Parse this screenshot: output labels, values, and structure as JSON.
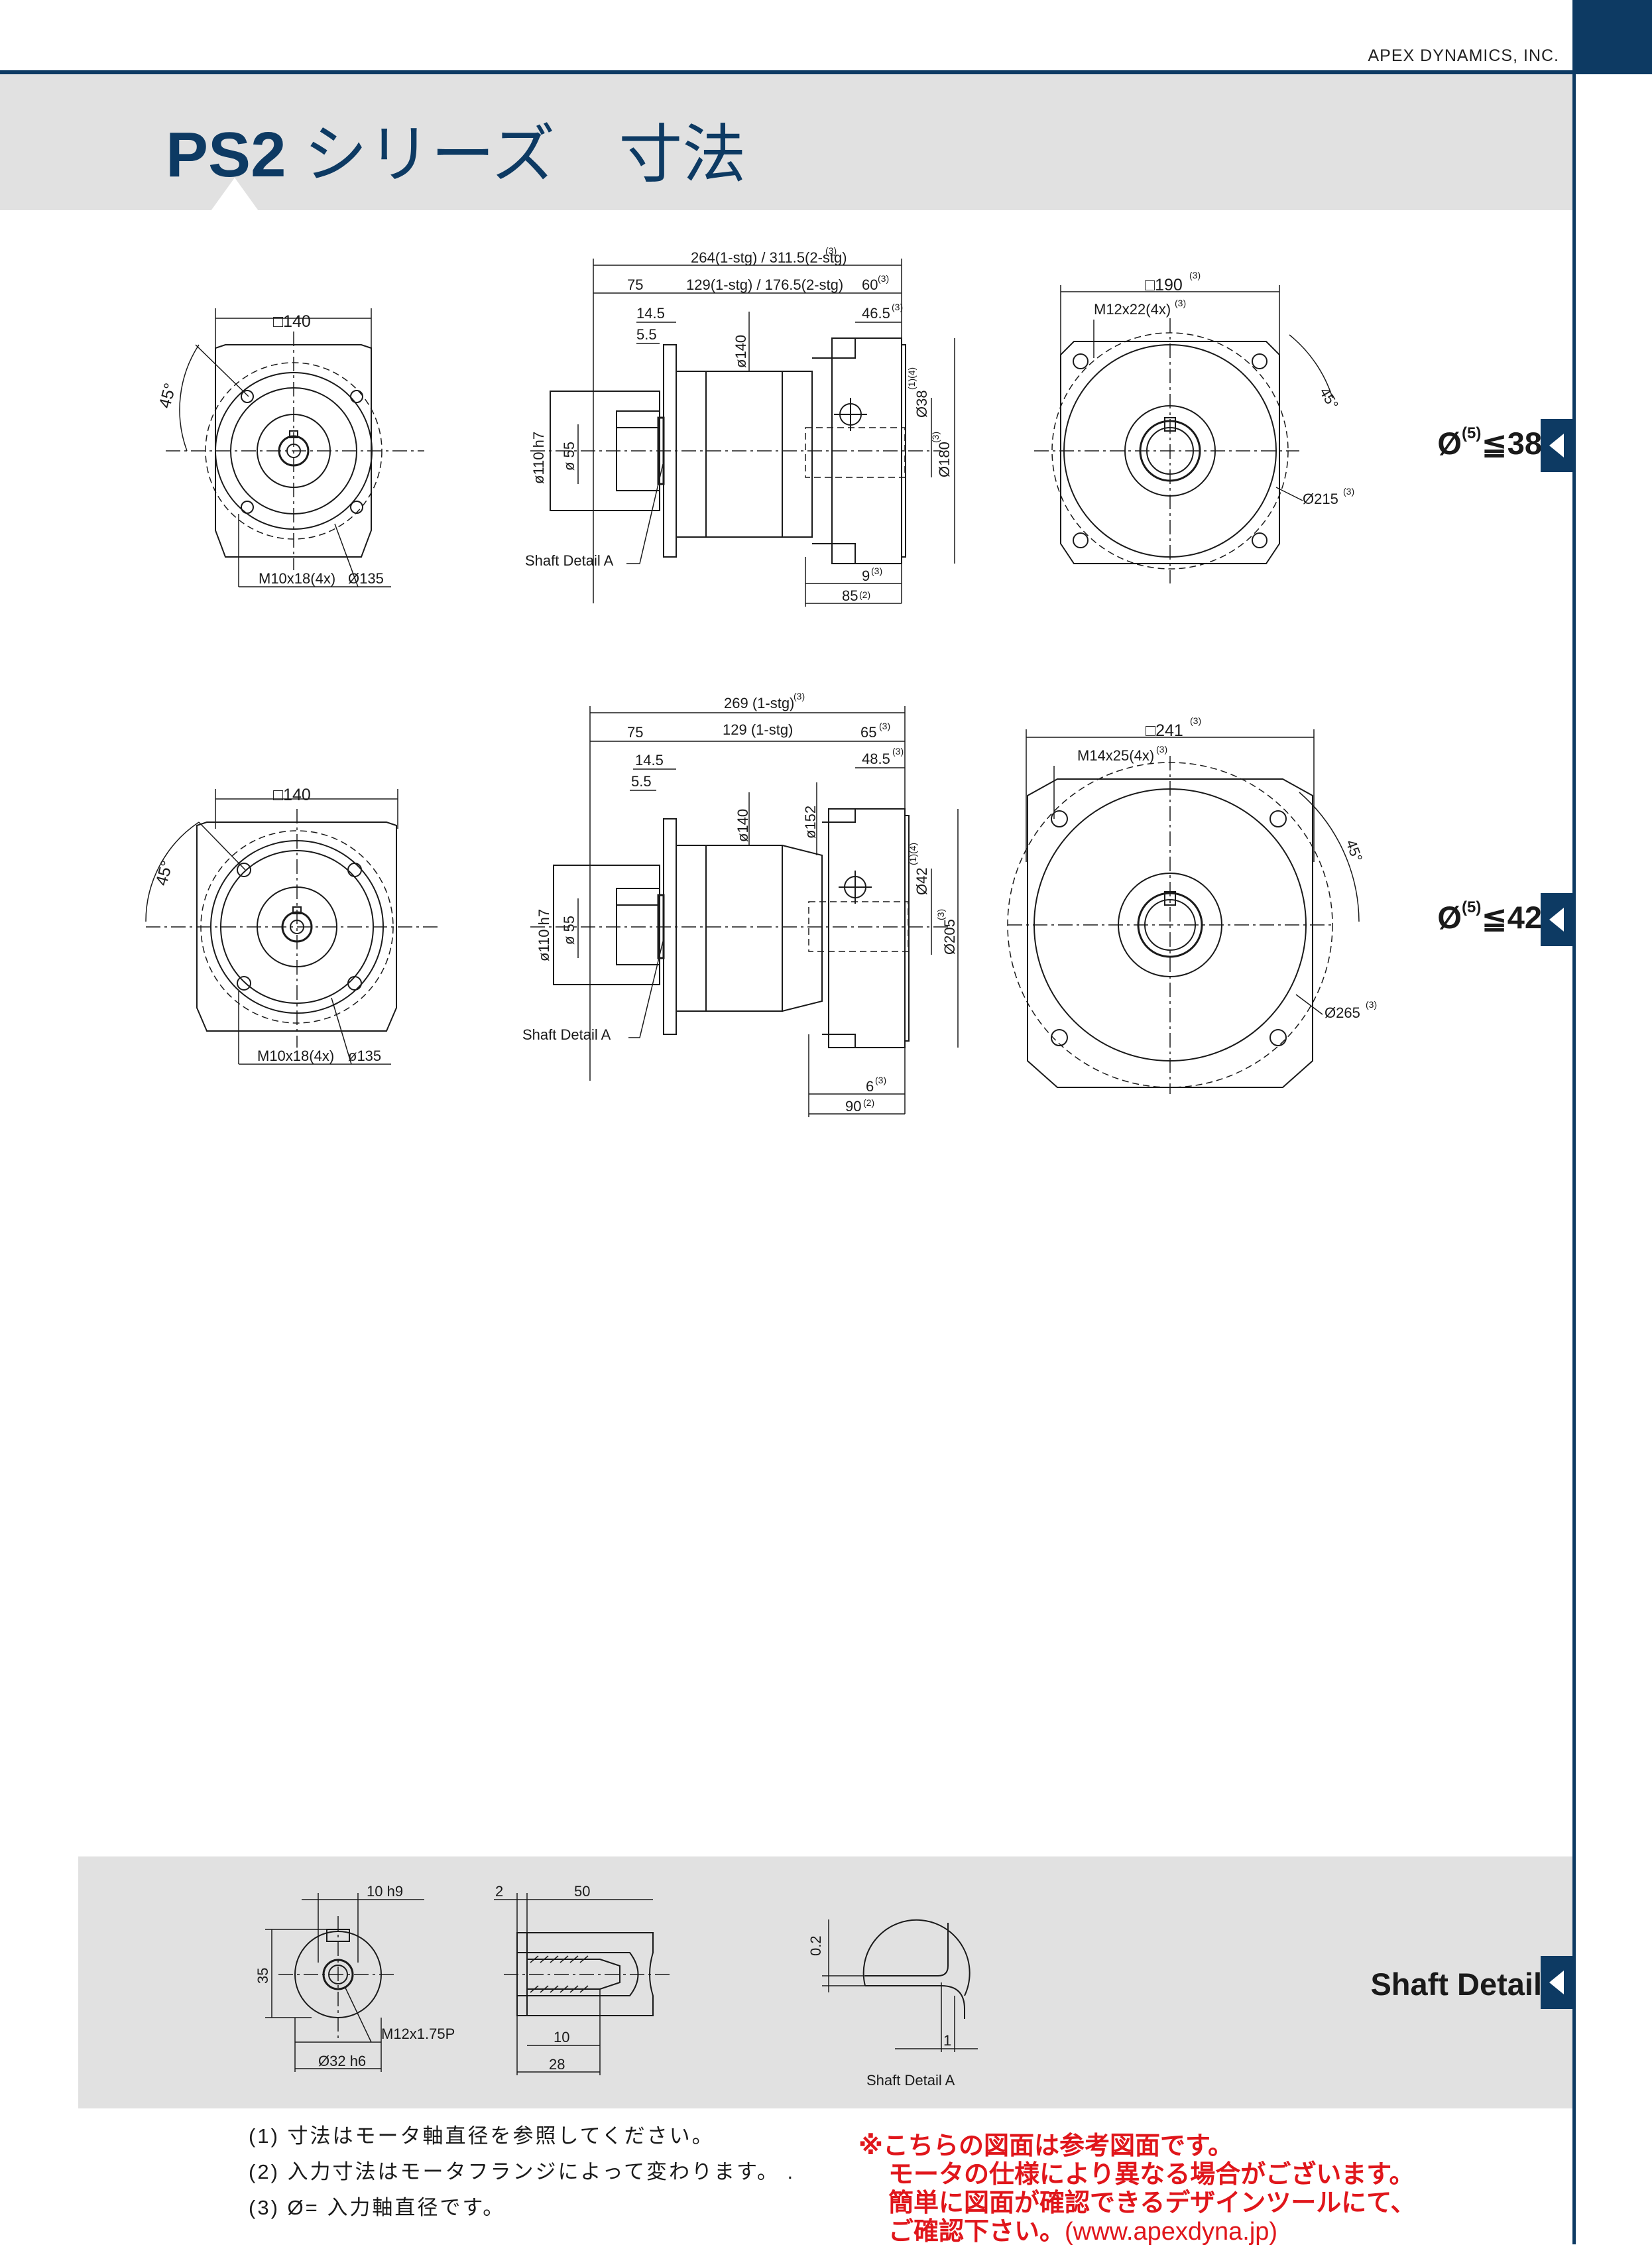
{
  "header": {
    "company": "APEX DYNAMICS, INC.",
    "title_series": "PS2",
    "title_rest": " シリーズ　寸法"
  },
  "side_tabs": {
    "tab1": {
      "prefix": "Ø",
      "sup": "(5)",
      "suffix": "≦38"
    },
    "tab2": {
      "prefix": "Ø",
      "sup": "(5)",
      "suffix": "≦42"
    },
    "tab3": {
      "label": "Shaft Detail"
    }
  },
  "drawing_row1": {
    "front": {
      "square": "□140",
      "angle": "45°",
      "bolt": "M10x18(4x)",
      "pcd": "Ø135"
    },
    "side": {
      "overall": "264(1-stg) / 311.5(2-stg)",
      "overall_note": "(3)",
      "d75": "75",
      "body": "129(1-stg) / 176.5(2-stg)",
      "d60": "60",
      "d60_note": "(3)",
      "d14_5": "14.5",
      "d5_5": "5.5",
      "d46_5": "46.5",
      "d46_5_note": "(3)",
      "dia140": "ø140",
      "dia110": "ø110 h7",
      "dia55": "ø 55",
      "dia38": "Ø38",
      "dia38_note": "(1)(4)",
      "dia180": "Ø180",
      "dia180_note": "(3)",
      "d9": "9",
      "d9_note": "(3)",
      "d85": "85",
      "d85_note": "(2)",
      "shaft_label": "Shaft Detail  A"
    },
    "back": {
      "square": "□190",
      "square_note": "(3)",
      "bolt": "M12x22(4x)",
      "bolt_note": "(3)",
      "angle": "45°",
      "pcd": "Ø215",
      "pcd_note": "(3)"
    }
  },
  "drawing_row2": {
    "front": {
      "square": "□140",
      "angle": "45°",
      "bolt": "M10x18(4x)",
      "pcd": "ø135"
    },
    "side": {
      "overall": "269 (1-stg)",
      "overall_note": "(3)",
      "d75": "75",
      "body": "129 (1-stg)",
      "d65": "65",
      "d65_note": "(3)",
      "d14_5": "14.5",
      "d5_5": "5.5",
      "d48_5": "48.5",
      "d48_5_note": "(3)",
      "dia140": "ø140",
      "dia152": "ø152",
      "dia110": "ø110 h7",
      "dia55": "ø 55",
      "dia42": "Ø42",
      "dia42_note": "(1)(4)",
      "dia205": "Ø205",
      "dia205_note": "(3)",
      "d6": "6",
      "d6_note": "(3)",
      "d90": "90",
      "d90_note": "(2)",
      "shaft_label": "Shaft Detail  A"
    },
    "back": {
      "square": "□241",
      "square_note": "(3)",
      "bolt": "M14x25(4x)",
      "bolt_note": "(3)",
      "angle": "45°",
      "pcd": "Ø265",
      "pcd_note": "(3)"
    }
  },
  "shaft_detail": {
    "key_width": "10 h9",
    "height": "35",
    "tap": "M12x1.75P",
    "shaft_dia": "Ø32 h6",
    "d2": "2",
    "d50": "50",
    "d10": "10",
    "d28": "28",
    "relief": "0.2",
    "d1": "1",
    "label": "Shaft  Detail  A"
  },
  "notes": [
    "(1) 寸法はモータ軸直径を参照してください。",
    "(2) 入力寸法はモータフランジによって変わります。 .",
    "(3) Ø= 入力軸直径です。"
  ],
  "red_notes": {
    "line1": "※こちらの図面は参考図面です。",
    "line2": "モータの仕様により異なる場合がございます。",
    "line3": "簡単に図面が確認できるデザインツールにて、",
    "line4": "ご確認下さい。",
    "url": "(www.apexdyna.jp)"
  }
}
